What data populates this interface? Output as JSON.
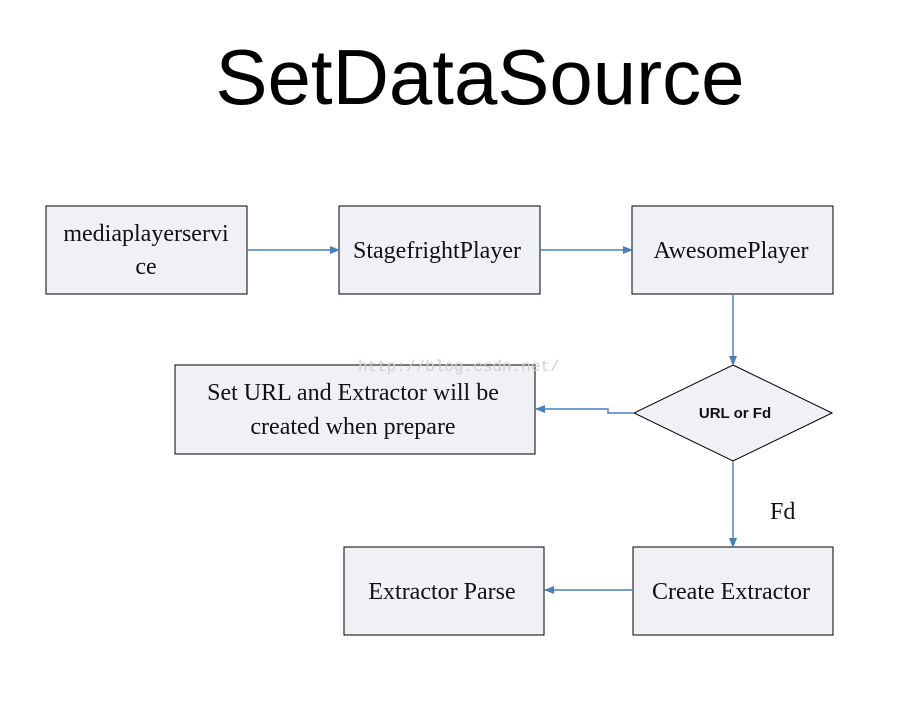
{
  "title": "SetDataSource",
  "watermark": "http://blog.csdn.net/",
  "colors": {
    "box_fill": "#f0f0f7",
    "box_stroke": "#000000",
    "arrow": "#4a7ebb"
  },
  "nodes": {
    "mediaplayerservice": {
      "line1": "mediaplayerservi",
      "line2": "ce"
    },
    "stagefright_player": {
      "label": "StagefrightPlayer"
    },
    "awesome_player": {
      "label": "AwesomePlayer"
    },
    "decision": {
      "label": "URL or Fd"
    },
    "set_url": {
      "line1": "Set URL and Extractor will be",
      "line2": "created when prepare"
    },
    "create_extractor": {
      "label": "Create Extractor"
    },
    "extractor_parse": {
      "label": "Extractor Parse"
    }
  },
  "edges": {
    "fd_label": "Fd"
  }
}
